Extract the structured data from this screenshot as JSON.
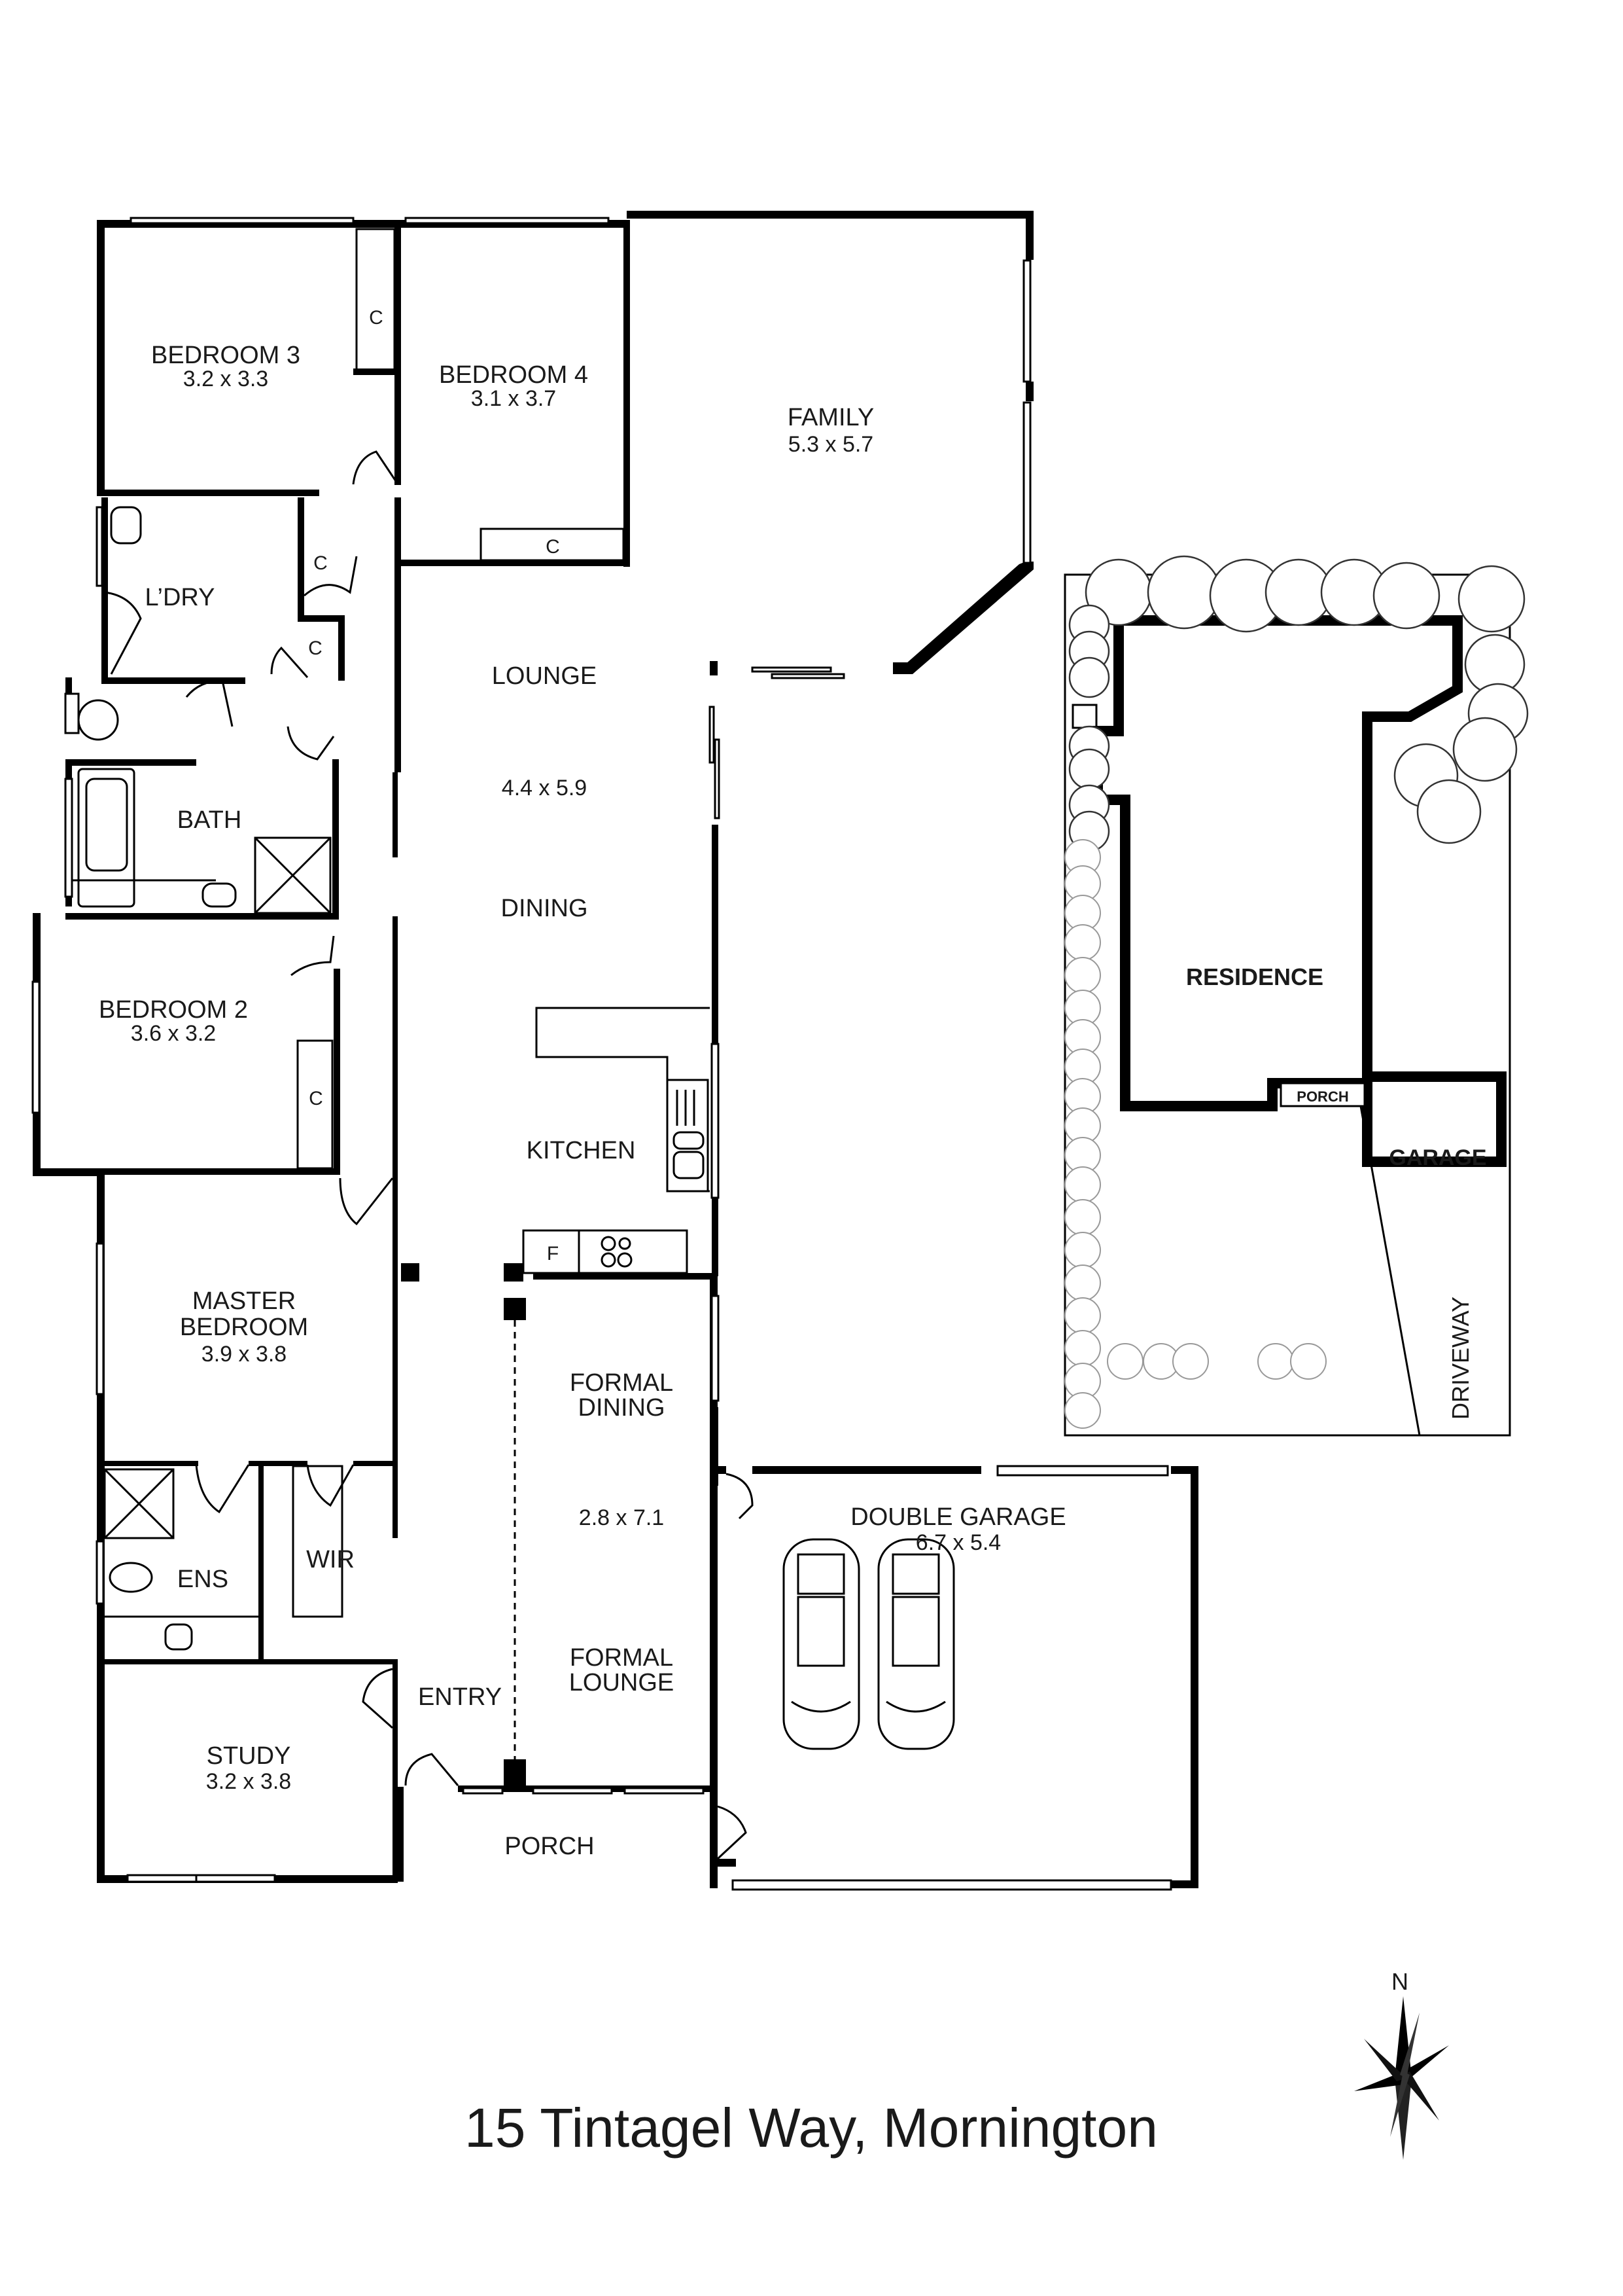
{
  "title": "15 Tintagel Way, Mornington",
  "compass": {
    "label": "N",
    "icon": "compass-rose-icon"
  },
  "rooms": {
    "bedroom3": {
      "name": "BEDROOM 3",
      "size": "3.2 x 3.3"
    },
    "bedroom4": {
      "name": "BEDROOM 4",
      "size": "3.1 x 3.7"
    },
    "family": {
      "name": "FAMILY",
      "size": "5.3 x 5.7"
    },
    "laundry": {
      "name": "L’DRY"
    },
    "lounge": {
      "name": "LOUNGE",
      "size": "4.4 x 5.9",
      "name2": "DINING"
    },
    "bath": {
      "name": "BATH"
    },
    "bedroom2": {
      "name": "BEDROOM 2",
      "size": "3.6 x 3.2"
    },
    "kitchen": {
      "name": "KITCHEN",
      "fridge": "F"
    },
    "master": {
      "name1": "MASTER",
      "name2": "BEDROOM",
      "size": "3.9 x 3.8"
    },
    "formal": {
      "dining1": "FORMAL",
      "dining2": "DINING",
      "size": "2.8 x 7.1",
      "lounge1": "FORMAL",
      "lounge2": "LOUNGE"
    },
    "ensuite": {
      "name": "ENS"
    },
    "wir": {
      "name": "WIR"
    },
    "entry": {
      "name": "ENTRY"
    },
    "study": {
      "name": "STUDY",
      "size": "3.2 x 3.8"
    },
    "porch": {
      "name": "PORCH"
    },
    "garage": {
      "name": "DOUBLE GARAGE",
      "size": "6.7 x 5.4"
    }
  },
  "closets": {
    "label": "C"
  },
  "site_plan": {
    "residence": "RESIDENCE",
    "garage": "GARAGE",
    "porch": "PORCH",
    "driveway": "DRIVEWAY"
  }
}
